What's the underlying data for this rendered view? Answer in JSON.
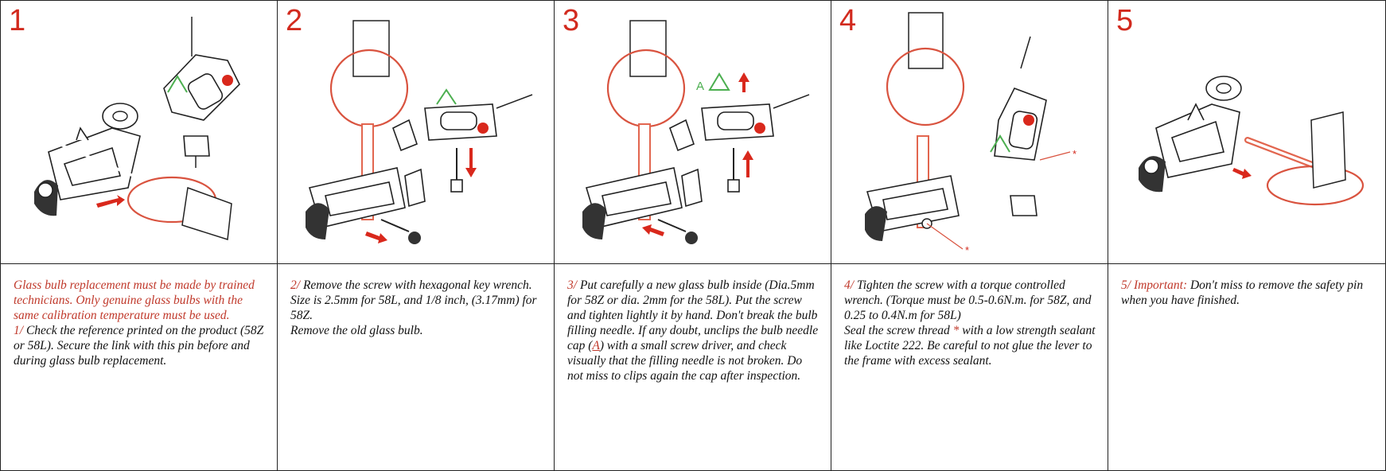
{
  "panels": [
    {
      "number": "1",
      "warning": "Glass bulb replacement must be made by trained technicians. Only genuine glass bulbs with the same calibration temperature must be used.",
      "step_prefix": "1/",
      "step_text": " Check the reference printed on the product (58Z or 58L). Secure the link with this pin before and during glass bulb replacement."
    },
    {
      "number": "2",
      "step_prefix": "2/",
      "step_text": " Remove the screw with hexagonal key wrench. Size is 2.5mm for 58L, and 1/8 inch, (3.17mm) for 58Z.",
      "step_text_2": "Remove the old glass bulb."
    },
    {
      "number": "3",
      "step_prefix": "3/",
      "step_text_a": "  Put carefully a new glass bulb inside (Dia.5mm for 58Z or dia. 2mm for the 58L). Put the screw and tighten lightly it by hand. Don't break the bulb filling needle. If any doubt, unclips the bulb needle cap (",
      "marker": "A",
      "step_text_b": ") with a small screw driver, and check visually that the filling needle is not broken. Do not miss to clips again the cap after inspection.",
      "callout_label": "A"
    },
    {
      "number": "4",
      "step_prefix": "4/",
      "step_text": "  Tighten the screw with a torque controlled wrench. (Torque must be 0.5-0.6N.m. for 58Z, and 0.25 to 0.4N.m for 58L)",
      "step_text_2a": "Seal the screw thread ",
      "asterisk": "*",
      "step_text_2b": " with a low strength sealant like Loctite 222. Be careful to not glue the lever to the frame with excess sealant.",
      "callout_mark_1": "*",
      "callout_mark_2": "*"
    },
    {
      "number": "5",
      "step_prefix": "5/",
      "important_label": " Important:",
      "step_text": " Don't miss to remove the safety pin when you have finished."
    }
  ],
  "colors": {
    "accent_red": "#d22a1e",
    "highlight_green": "#4caf50",
    "line": "#222222"
  }
}
